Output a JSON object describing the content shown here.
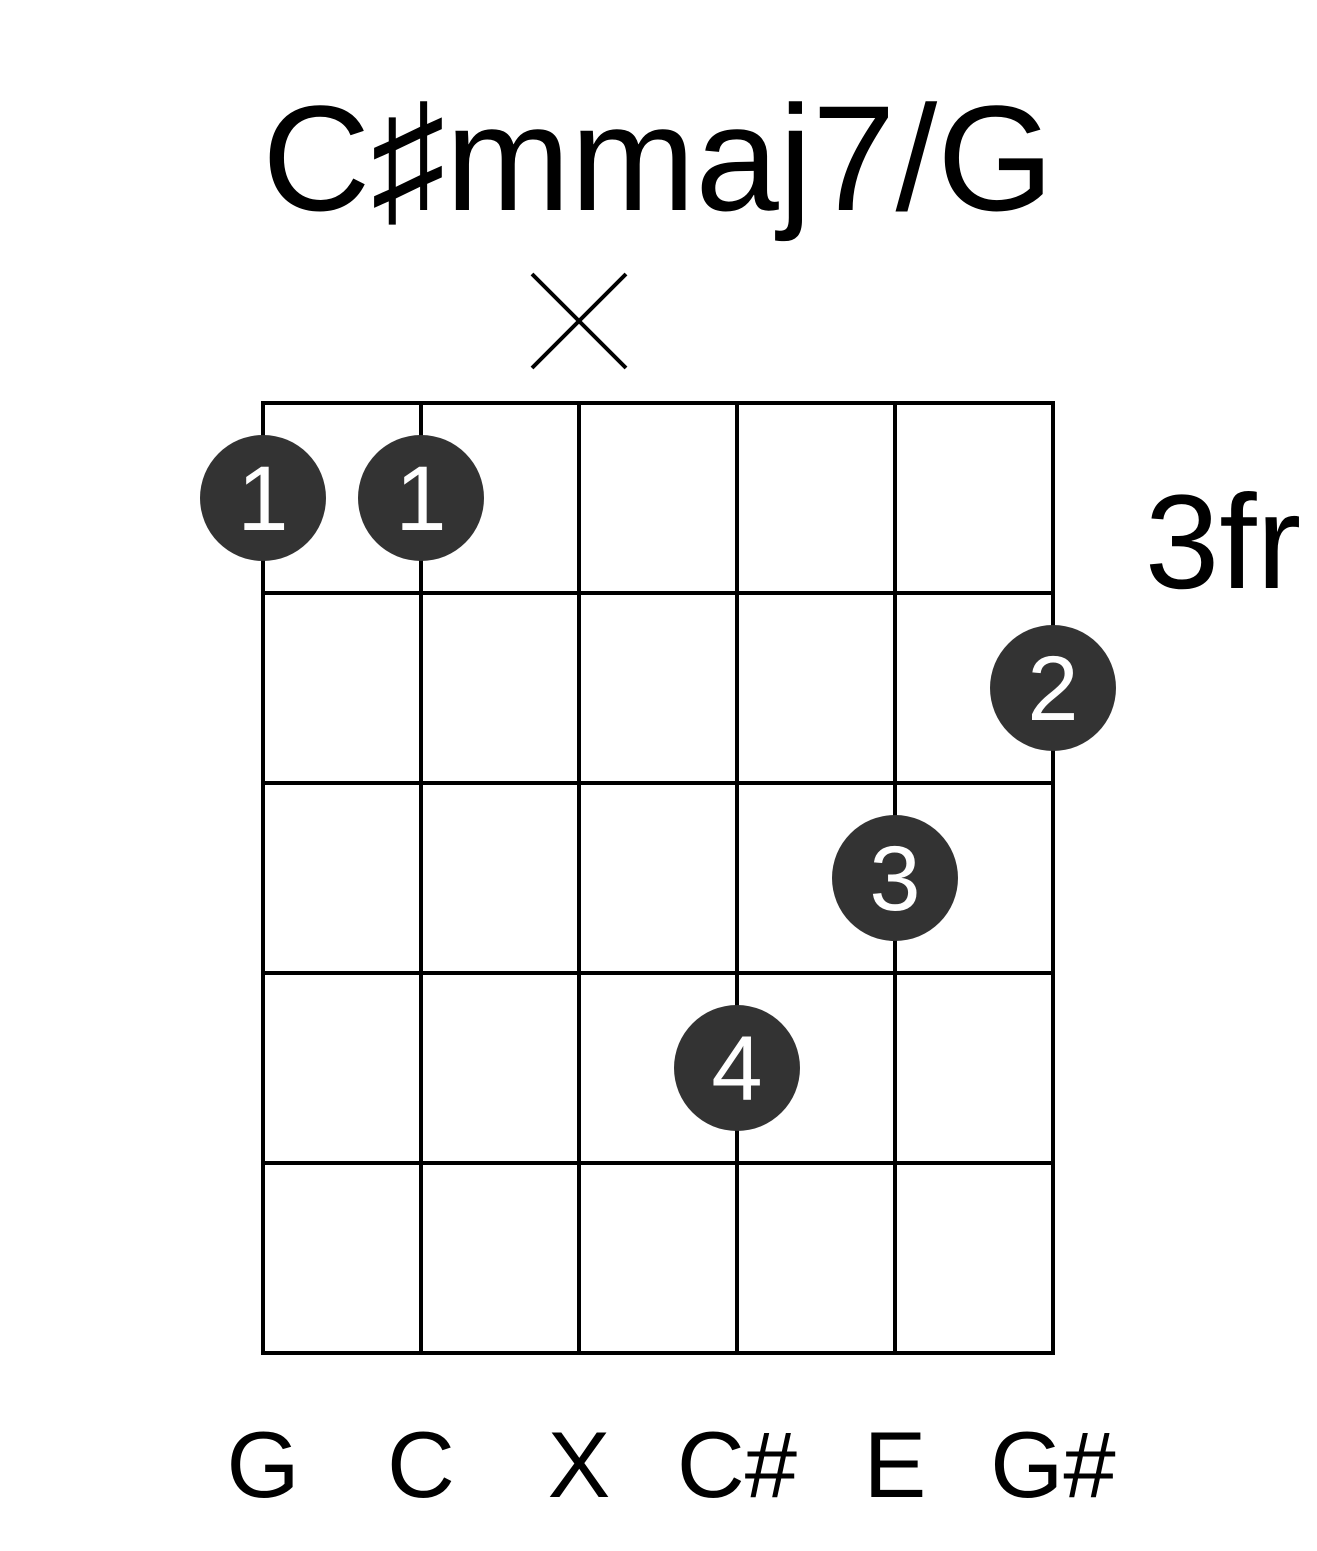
{
  "chord": {
    "name": "C♯mmaj7/G",
    "fret_label": "3fr",
    "num_strings": 6,
    "num_frets": 5,
    "string_notes": [
      "G",
      "C",
      "X",
      "C#",
      "E",
      "G#"
    ],
    "muted_strings": [
      3
    ],
    "fingers": [
      {
        "string": 1,
        "fret": 1,
        "finger": "1"
      },
      {
        "string": 2,
        "fret": 1,
        "finger": "1"
      },
      {
        "string": 6,
        "fret": 2,
        "finger": "2"
      },
      {
        "string": 5,
        "fret": 3,
        "finger": "3"
      },
      {
        "string": 4,
        "fret": 4,
        "finger": "4"
      }
    ],
    "colors": {
      "grid": "#000000",
      "dot_fill": "#333333",
      "dot_text": "#ffffff",
      "text": "#000000"
    }
  }
}
